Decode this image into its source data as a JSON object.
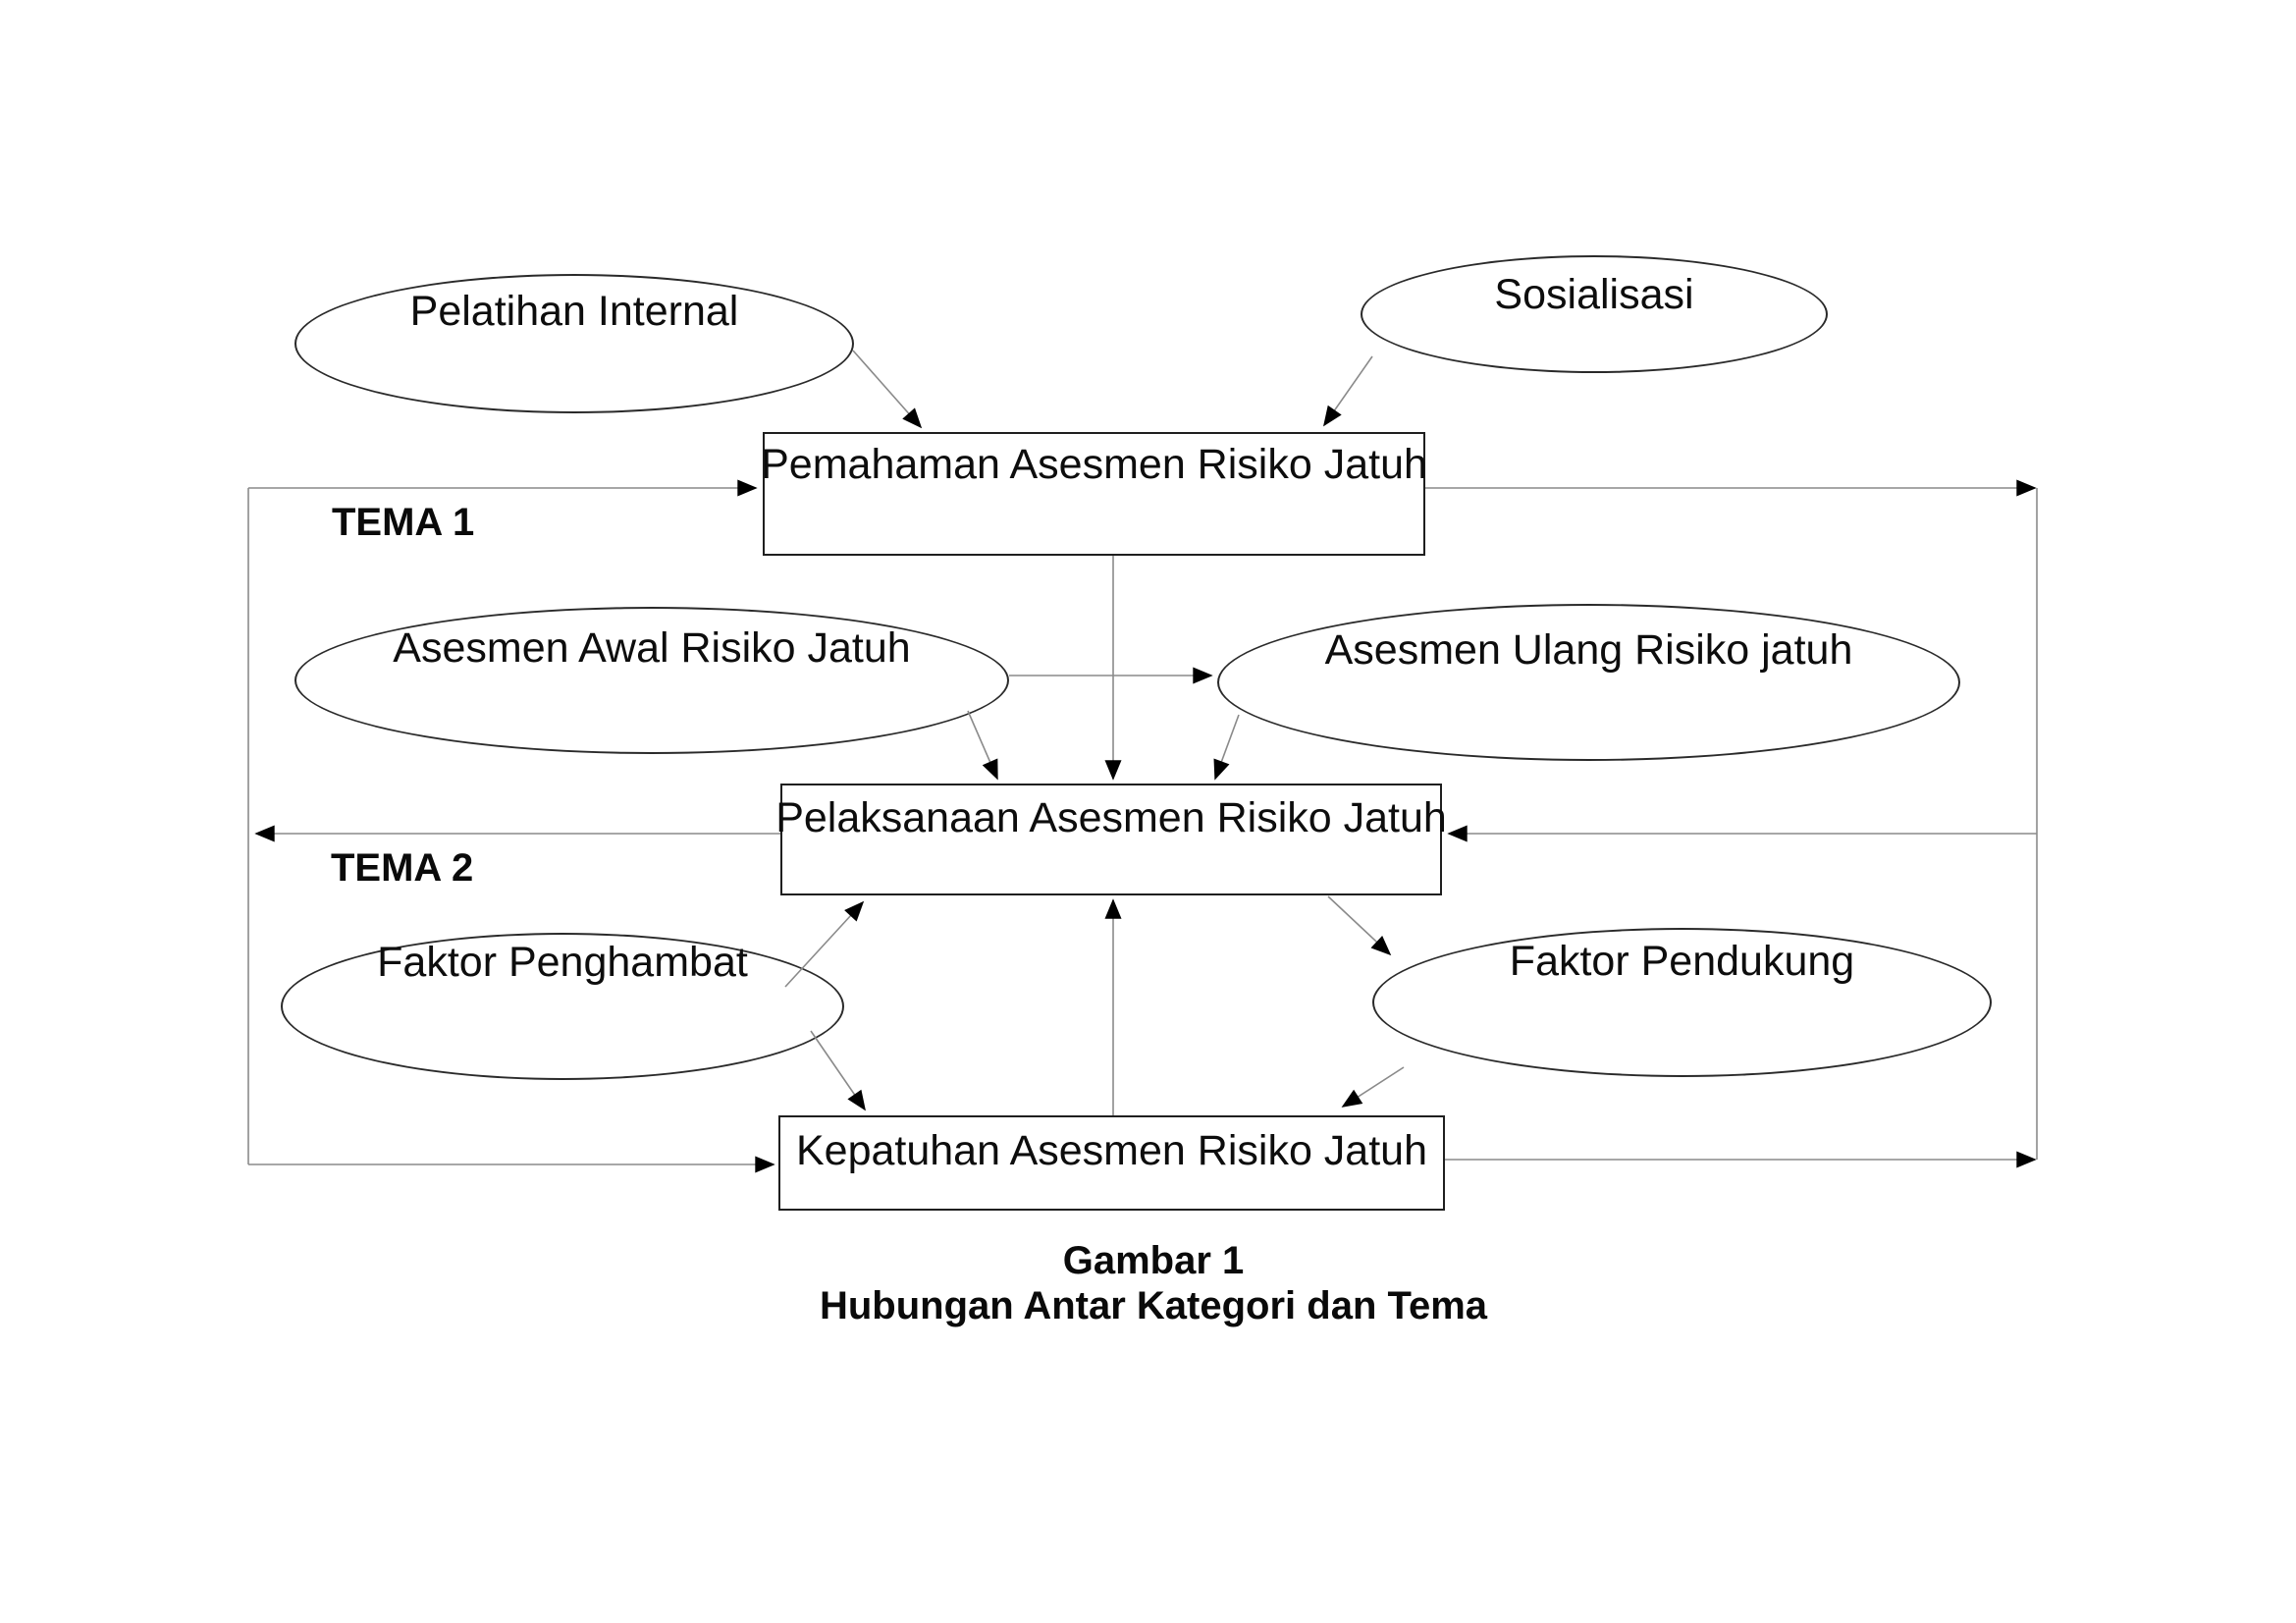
{
  "diagram": {
    "title": "Hubungan Antar Kategori dan Tema",
    "caption": {
      "line1": "Gambar 1",
      "line2": "Hubungan Antar Kategori dan Tema"
    },
    "themes": [
      {
        "id": "tema1",
        "label": "TEMA 1"
      },
      {
        "id": "tema2",
        "label": "TEMA 2"
      }
    ],
    "nodes": [
      {
        "id": "pelatihan-internal",
        "shape": "ellipse",
        "label": "Pelatihan Internal"
      },
      {
        "id": "sosialisasi",
        "shape": "ellipse",
        "label": "Sosialisasi"
      },
      {
        "id": "pemahaman",
        "shape": "rect",
        "label": "Pemahaman Asesmen Risiko Jatuh"
      },
      {
        "id": "asesmen-awal",
        "shape": "ellipse",
        "label": "Asesmen Awal Risiko Jatuh"
      },
      {
        "id": "asesmen-ulang",
        "shape": "ellipse",
        "label": "Asesmen Ulang Risiko jatuh"
      },
      {
        "id": "pelaksanaan",
        "shape": "rect",
        "label": "Pelaksanaan Asesmen Risiko Jatuh"
      },
      {
        "id": "faktor-penghambat",
        "shape": "ellipse",
        "label": "Faktor Penghambat"
      },
      {
        "id": "faktor-pendukung",
        "shape": "ellipse",
        "label": "Faktor Pendukung"
      },
      {
        "id": "kepatuhan",
        "shape": "rect",
        "label": "Kepatuhan Asesmen Risiko Jatuh"
      }
    ],
    "edges": [
      {
        "from": "pelatihan-internal",
        "to": "pemahaman"
      },
      {
        "from": "sosialisasi",
        "to": "pemahaman"
      },
      {
        "from": "left-frame-tema",
        "to": "pemahaman"
      },
      {
        "from": "pemahaman",
        "to": "pelaksanaan"
      },
      {
        "from": "pemahaman",
        "to": "right-frame"
      },
      {
        "from": "right-frame",
        "to": "pelaksanaan"
      },
      {
        "from": "pelaksanaan",
        "to": "left-frame-tema"
      },
      {
        "from": "left-frame-tema",
        "to": "kepatuhan"
      },
      {
        "from": "asesmen-awal",
        "to": "asesmen-ulang"
      },
      {
        "from": "asesmen-awal",
        "to": "pelaksanaan"
      },
      {
        "from": "asesmen-ulang",
        "to": "pelaksanaan"
      },
      {
        "from": "faktor-penghambat",
        "to": "pelaksanaan"
      },
      {
        "from": "faktor-penghambat",
        "to": "kepatuhan"
      },
      {
        "from": "pelaksanaan",
        "to": "faktor-pendukung"
      },
      {
        "from": "faktor-pendukung",
        "to": "kepatuhan"
      },
      {
        "from": "kepatuhan",
        "to": "pelaksanaan"
      },
      {
        "from": "kepatuhan",
        "to": "right-frame"
      }
    ],
    "colors": {
      "background": "#ffffff",
      "shape_stroke": "#1f1f1f",
      "connector": "#8a8a8a",
      "arrowhead": "#000000",
      "text": "#0d0d0d"
    }
  }
}
